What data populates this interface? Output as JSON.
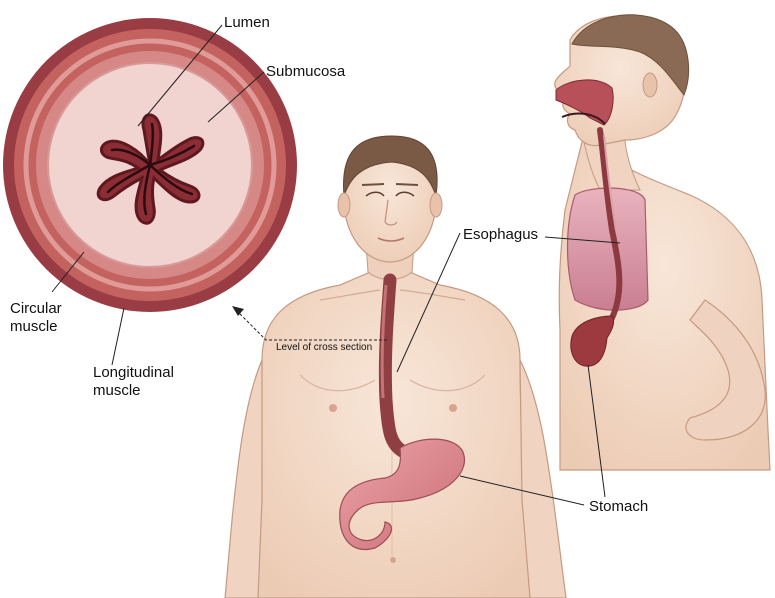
{
  "labels": {
    "lumen": "Lumen",
    "submucosa": "Submucosa",
    "circular_muscle_line1": "Circular",
    "circular_muscle_line2": "muscle",
    "longitudinal_muscle_line1": "Longitudinal",
    "longitudinal_muscle_line2": "muscle",
    "level_of_cross_section": "Level of cross section",
    "esophagus": "Esophagus",
    "stomach": "Stomach"
  },
  "colors": {
    "skin": "#f3d9c6",
    "skin_shadow": "#e6bfa5",
    "outline": "#b98a72",
    "hair": "#7a5a45",
    "muscle_outer": "#b8555a",
    "muscle_mid": "#cf7674",
    "submucosa": "#f1d3cf",
    "lumen_fold": "#8a2d35",
    "lumen_dark": "#3d0d14",
    "esophagus": "#a84c4c",
    "stomach": "#d9848a",
    "lung": "#d89aa8",
    "leader_line": "#222222"
  }
}
